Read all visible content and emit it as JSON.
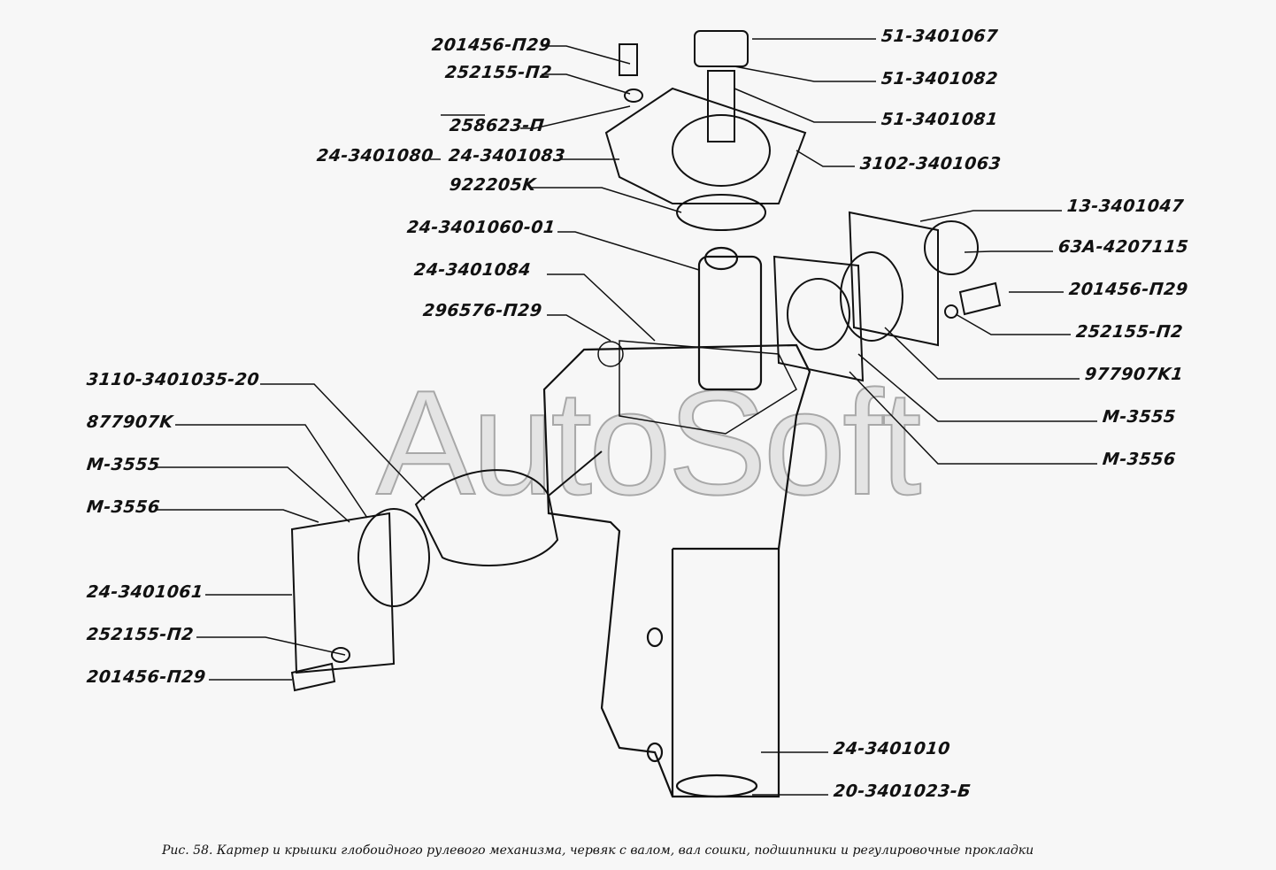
{
  "watermark": "AutoSoft",
  "caption": "Рис. 58. Картер и крышки глобоидного рулевого механизма, червяк с валом, вал сошки, подшипники и регулировочные прокладки",
  "labels": {
    "l1": "201456-П29",
    "l2": "252155-П2",
    "l3": "258623-П",
    "l4": "24-3401083",
    "l5": "922205K",
    "l6": "24-3401080",
    "l7": "24-3401060-01",
    "l8": "24-3401084",
    "l9": "296576-П29",
    "l10": "3110-3401035-20",
    "l11": "877907K",
    "l12": "M-3555",
    "l13": "M-3556",
    "l14": "24-3401061",
    "l15": "252155-П2",
    "l16": "201456-П29",
    "r1": "51-3401067",
    "r2": "51-3401082",
    "r3": "51-3401081",
    "r4": "3102-3401063",
    "r5": "13-3401047",
    "r6": "63A-4207115",
    "r7": "201456-П29",
    "r8": "252155-П2",
    "r9": "977907K1",
    "r10": "M-3555",
    "r11": "M-3556",
    "r12": "24-3401010",
    "r13": "20-3401023-Б"
  }
}
